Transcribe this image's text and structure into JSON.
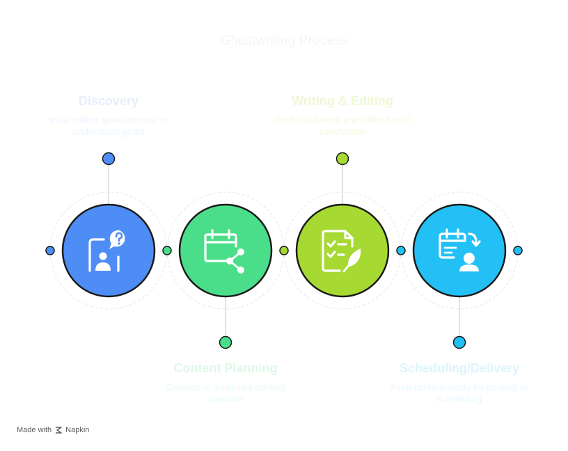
{
  "title": "Ghostwriting Process",
  "steps": [
    {
      "title": "Discovery",
      "description": "Initial call or questionnaire to understand goals",
      "color": "#4e8df5",
      "title_color": "#e6eefc",
      "desc_color": "#eef3fb",
      "icon": "questionnaire-user-icon",
      "label_position": "top"
    },
    {
      "title": "Content Planning",
      "description": "Creation of a tailored content calendar",
      "color": "#4ade8a",
      "title_color": "#def8e8",
      "desc_color": "#e8faef",
      "icon": "calendar-share-icon",
      "label_position": "bottom"
    },
    {
      "title": "Writing & Editing",
      "description": "Drafts delivered and refined until satisfaction",
      "color": "#a6d932",
      "title_color": "#eef8d4",
      "desc_color": "#f2f9e1",
      "icon": "checklist-document-icon",
      "label_position": "top"
    },
    {
      "title": "Scheduling/Delivery",
      "description": "Final content ready for posting or scheduling",
      "color": "#22c0f5",
      "title_color": "#dcf4fd",
      "desc_color": "#e7f7fd",
      "icon": "schedule-user-icon",
      "label_position": "bottom"
    }
  ],
  "footer": {
    "made_with": "Made with",
    "brand": "Napkin",
    "icon": "napkin-logo-icon"
  }
}
